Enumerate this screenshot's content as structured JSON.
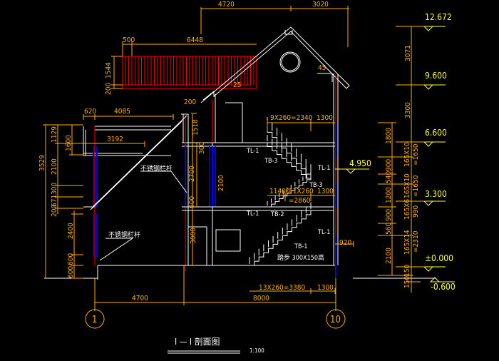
{
  "title": "Ⅰ — Ⅰ 剖面图",
  "scale": "1:100",
  "colors": {
    "background": "#000000",
    "dimension": "#ffb000",
    "level": "#ffff33",
    "wall": "#ffffff",
    "cut": "#ff0000",
    "window": "#0000ff"
  },
  "top_dims": [
    "4720",
    "3020"
  ],
  "roof_dims": {
    "overhang": "500",
    "roof_length": "6448",
    "height": "1544",
    "slab": "200",
    "slope_left": "25",
    "slope_right": "45"
  },
  "left_dims": {
    "d620": "620",
    "d4085": "4085",
    "d3192": "3192",
    "d200": "200",
    "d1518": "1518",
    "d300": "300",
    "d2700": "2700",
    "d2100": "2100",
    "d600": "600",
    "d3000": "3000",
    "d1129": "1129",
    "d1600": "1600",
    "d3529": "3529",
    "d2100b": "2100",
    "d300b": "300",
    "d671": "671",
    "d200b": "200",
    "d2400": "2400",
    "d600b": "600",
    "d600c": "600"
  },
  "stair_dims": {
    "upper_run": "9X260=2340",
    "upper_landing": "1300",
    "mid_run": "11X260",
    "mid_run2": "=2860",
    "mid_landing": "1300",
    "mid_prefix": "11400",
    "lower_run": "13X260=3380",
    "lower_landing": "1300",
    "d920": "920"
  },
  "bottom_dims": {
    "span1": "4700",
    "span2": "8000"
  },
  "axes": [
    "1",
    "10"
  ],
  "labels": {
    "railing1": "不锈钢栏杆",
    "railing2": "不锈钢栏杆",
    "step_note": "踏步 300X150高",
    "tl1a": "TL-1",
    "tl1b": "TL-1",
    "tl1c": "TL-1",
    "tl1d": "TL-1",
    "tb3a": "TB-3",
    "tb3b": "TB-3",
    "tb2": "TB-2",
    "tb1": "TB-1"
  },
  "levels": [
    "12.672",
    "9.600",
    "6.600",
    "4.950",
    "3.300",
    "±0.000",
    "-0.600"
  ],
  "level_dims": {
    "l3071": "3071",
    "l3300": "3300",
    "s1650a": "165X10",
    "e1650a": "=1650",
    "s1650b": "165X10",
    "e1650b": "=1650",
    "s990": "165X6",
    "e990": "990",
    "s2310": "165X14",
    "e2310": "=2310",
    "l150a": "150",
    "l150b": "150"
  },
  "stair_col": [
    "1800",
    "900",
    "540",
    "1200",
    "900",
    "560",
    "2100"
  ]
}
